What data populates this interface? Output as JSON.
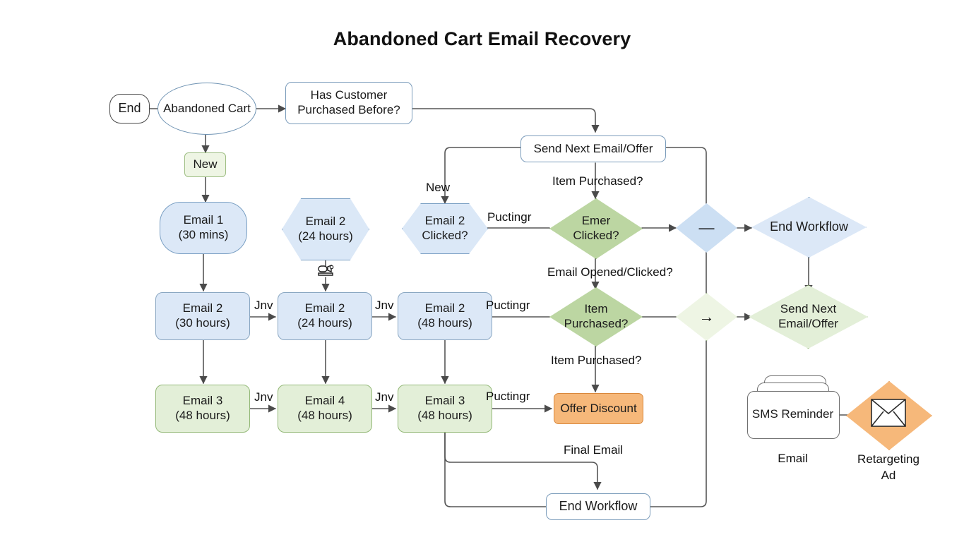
{
  "title": "Abandoned Cart Email Recovery",
  "colors": {
    "blue_fill": "#dce8f7",
    "blue_stroke": "#7ba0c4",
    "green_fill": "#dcebd2",
    "green_stroke": "#89b06a",
    "green_dark_fill": "#bcd6a2",
    "orange_fill": "#f6b87a",
    "orange_stroke": "#dd8f45",
    "edge_stroke": "#565656",
    "text": "#1b1b1b"
  },
  "nodes": {
    "end_start": {
      "label": "End",
      "shape": "pill"
    },
    "abandoned_cart": {
      "label": "Abandoned Cart",
      "shape": "ellipse"
    },
    "has_purchased": {
      "line1": "Has Customer",
      "line2": "Purchased Before?",
      "shape": "rounded-rect"
    },
    "new_badge": {
      "label": "New",
      "shape": "rounded-rect"
    },
    "email1": {
      "line1": "Email 1",
      "line2": "(30 mins)",
      "shape": "rounded-rect"
    },
    "email2_24_hex": {
      "line1": "Email 2",
      "line2": "(24 hours)",
      "shape": "hexagon"
    },
    "email2_clicked": {
      "line1": "Email 2",
      "line2": "Clicked?",
      "shape": "hexagon"
    },
    "send_next_top": {
      "label": "Send Next Email/Offer",
      "shape": "rounded-rect"
    },
    "emer_clicked": {
      "line1": "Emer",
      "line2": "Clicked?",
      "shape": "diamond"
    },
    "junction_dash": {
      "label": "—",
      "shape": "diamond"
    },
    "end_workflow_right": {
      "label": "End Workflow",
      "shape": "diamond"
    },
    "email2_30": {
      "line1": "Email 2",
      "line2": "(30 hours)",
      "shape": "rounded-rect"
    },
    "email2_24": {
      "line1": "Email 2",
      "line2": "(24 hours)",
      "shape": "rounded-rect"
    },
    "email2_48": {
      "line1": "Email 2",
      "line2": "(48 hours)",
      "shape": "rounded-rect"
    },
    "item_purchased": {
      "line1": "Item",
      "line2": "Purchased?",
      "shape": "diamond"
    },
    "junction_arrow": {
      "label": "→",
      "shape": "diamond"
    },
    "send_next_right": {
      "line1": "Send Next",
      "line2": "Email/Offer",
      "shape": "diamond"
    },
    "email3_48_a": {
      "line1": "Email 3",
      "line2": "(48 hours)",
      "shape": "rounded-rect"
    },
    "email4_48": {
      "line1": "Email 4",
      "line2": "(48 hours)",
      "shape": "rounded-rect"
    },
    "email3_48_b": {
      "line1": "Email 3",
      "line2": "(48 hours)",
      "shape": "rounded-rect"
    },
    "offer_discount": {
      "label": "Offer Discount",
      "shape": "rounded-rect"
    },
    "end_workflow_bottom": {
      "label": "End Workflow",
      "shape": "rounded-rect"
    },
    "sms_reminder": {
      "label": "SMS Reminder",
      "shape": "card-stack"
    },
    "retargeting_ad": {
      "label": "",
      "shape": "diamond"
    }
  },
  "edge_labels": {
    "new_under_send": "New",
    "item_purchased_top": "Item Purchased?",
    "email_opened_clicked": "Email Opened/Clicked?",
    "item_purchased_bottom": "Item Purchased?",
    "final_email": "Final Email",
    "puctingr_1": "Puctingr",
    "puctingr_2": "Puctingr",
    "puctingr_3": "Puctingr",
    "jnv_1": "Jnv",
    "jnv_2": "Jnv",
    "jnv_3": "Jnv",
    "jnv_4": "Jnv"
  },
  "captions": {
    "email_icon": "Email",
    "retargeting_ad_1": "Retargeting",
    "retargeting_ad_2": "Ad"
  },
  "icons": {
    "person_video": "person-video-icon",
    "envelope": "envelope-icon",
    "card_stack": "card-stack-icon"
  }
}
